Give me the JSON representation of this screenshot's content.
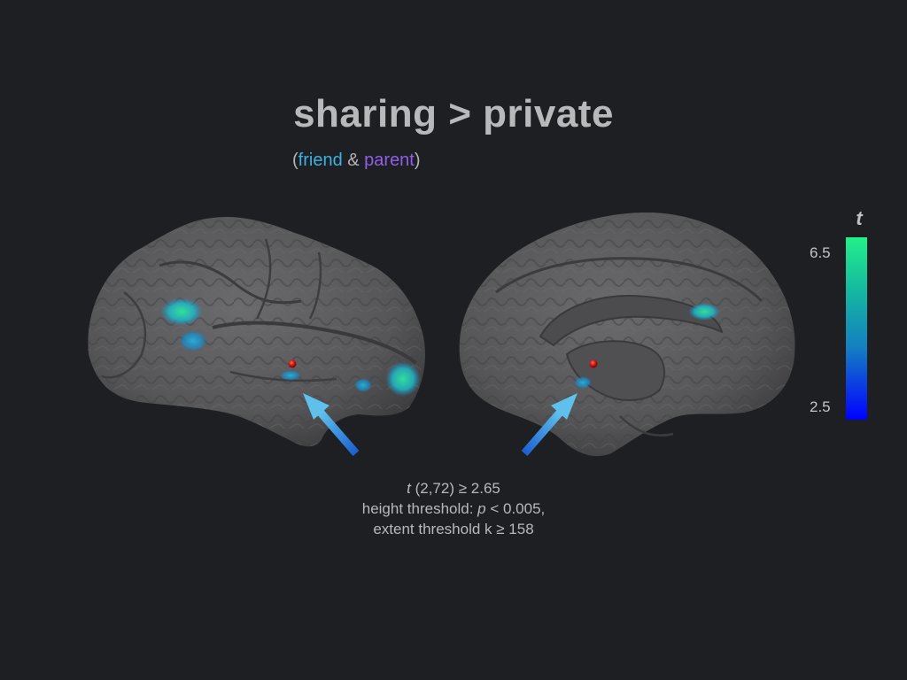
{
  "slide": {
    "title": "sharing > private",
    "subtitle": {
      "open": "(",
      "friend": "friend",
      "and": " & ",
      "parent": "parent",
      "close": ")"
    }
  },
  "colorbar": {
    "title": "t",
    "max_label": "6.5",
    "min_label": "2.5",
    "colors": [
      "#22f08a",
      "#15b6a0",
      "#1480c0",
      "#0a30e8",
      "#0000ff"
    ]
  },
  "stats": {
    "line1_italic": "t",
    "line1_rest": " (2,72) ≥ 2.65",
    "line2_prefix": "height threshold: ",
    "line2_italic": "p",
    "line2_rest": " < 0.005,",
    "line3": "extent threshold k ≥ 158"
  },
  "colors": {
    "background": "#1e1f23",
    "brain": "#5a5a5c",
    "activation_cyan": "#1fa8d8",
    "activation_green": "#2ee89a",
    "marker": "#cc1010",
    "arrow": "#2a7fd8"
  },
  "figures": {
    "left_brain": "lateral-brain-surface",
    "right_brain": "medial-brain-surface",
    "left_arrow": "arrow-up-left-icon",
    "right_arrow": "arrow-up-right-icon"
  }
}
